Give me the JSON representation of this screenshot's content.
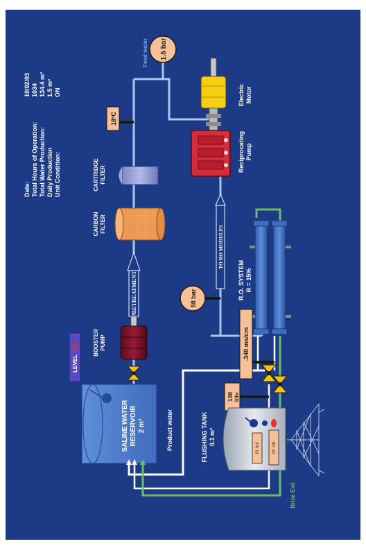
{
  "info": {
    "labels": [
      "Date:",
      "Total Hours of Operation:",
      "Total Water Production:",
      "Daily Production",
      "Unit Condition:"
    ],
    "values": [
      "10/02/03",
      "1034",
      "134.4 m³",
      "1.5 m³",
      "ON"
    ]
  },
  "gauges": {
    "feed_pressure": "1.5 bar",
    "ro_pressure": "58 bar",
    "temperature": "18ºC",
    "flow": "130 lt/hr",
    "conductivity": ".340 ms/cm"
  },
  "labels": {
    "feed_water": "Feed water",
    "electric_motor": [
      "Electric",
      "Motor"
    ],
    "reciprocating_pump": [
      "Reciprocating",
      "Pump"
    ],
    "cartridge_filter": [
      "CARTRIDGE",
      "FILTER"
    ],
    "carbon_filter": [
      "CARBON",
      "FILTER"
    ],
    "pretreatment": "PRETREATMENT",
    "to_ro_modules": "TO RO MODULES",
    "ro_system": [
      "R.O. SYSTEM",
      "R = 15%"
    ],
    "booster_pump": [
      "BOOSTER",
      "PUMP"
    ],
    "level_prefix": "LEVEL",
    "level_status": "OK",
    "reservoir": [
      "SALINE WATER",
      "RESERVOIR",
      "2 m³"
    ],
    "product_water": "Product water",
    "flushing_tank": [
      "FLUSHING TANK",
      "0.1 m³"
    ],
    "pi_status": "Pi: full",
    "pf_status": "Pf: OK",
    "brine_exit": "Brine Exit"
  },
  "colors": {
    "background": "#1c3a86",
    "pipe": "#a8c8ee",
    "product_pipe": "#ffffff",
    "brine_pipe": "#6cbf62",
    "gauge": "#f7c197",
    "pump_red": "#d62b3a",
    "motor_yellow": "#f5cf10",
    "level_ok": "#e2352b"
  }
}
